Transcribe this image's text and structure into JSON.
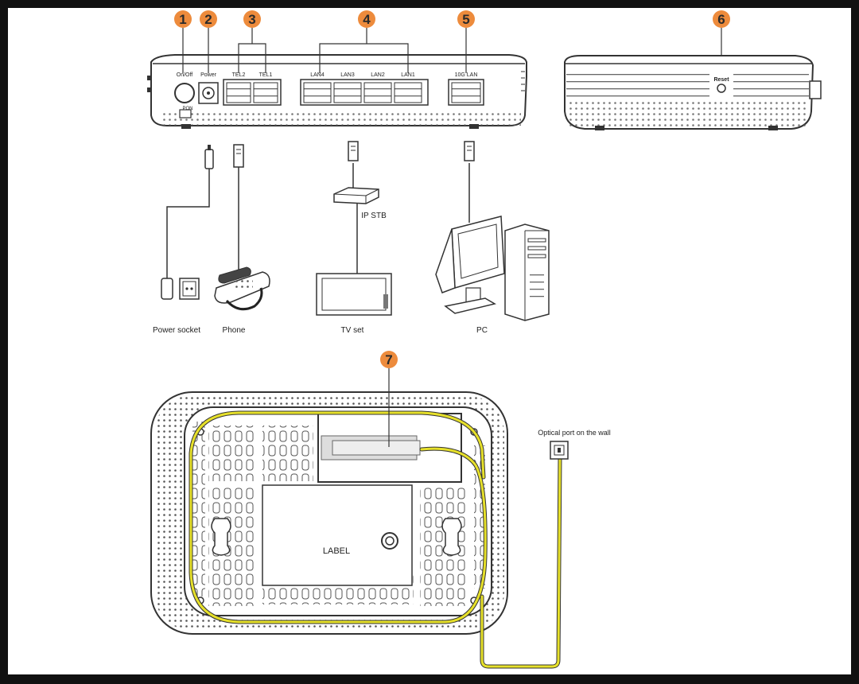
{
  "colors": {
    "callout": "#ED8B3C",
    "cable": "#E6E02A",
    "line": "#3a3a3a",
    "frame": "#111111"
  },
  "callouts": [
    "1",
    "2",
    "3",
    "4",
    "5",
    "6",
    "7"
  ],
  "front_panel": {
    "labels": {
      "on_off": "On/Off",
      "pon": "PON",
      "power": "Power",
      "tel2": "TEL2",
      "tel1": "TEL1",
      "lan4": "LAN4",
      "lan3": "LAN3",
      "lan2": "LAN2",
      "lan1": "LAN1",
      "lan10g": "10G LAN"
    }
  },
  "side_panel": {
    "reset": "Reset"
  },
  "devices": {
    "power_socket": "Power socket",
    "phone": "Phone",
    "ip_stb": "IP STB",
    "tv_set": "TV set",
    "pc": "PC"
  },
  "bottom_panel": {
    "label": "LABEL",
    "optical_port": "Optical port on the wall"
  }
}
